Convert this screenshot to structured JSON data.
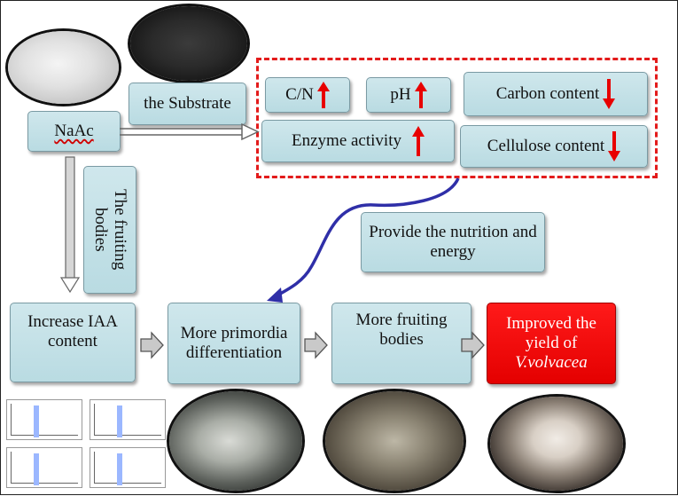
{
  "colors": {
    "box_fill": "#c4e1e7",
    "highlight_box": "#e40000",
    "dashed_border": "#e31b1b",
    "arrow_blue": "#2f2fa8",
    "up_down_arrow": "#e80000"
  },
  "labels": {
    "naac": "NaAc",
    "substrate": "the Substrate",
    "fruiting_bodies_vertical": "The fruiting bodies",
    "cn": "C/N",
    "ph": "pH",
    "carbon_content": "Carbon content",
    "enzyme_activity": "Enzyme activity",
    "cellulose_content": "Cellulose content",
    "provide_nutrition": "Provide the nutrition and energy",
    "increase_iaa": "Increase IAA content",
    "more_primordia": "More primordia differentiation",
    "more_fruiting": "More fruiting bodies",
    "improved_yield_1": "Improved the yield of",
    "improved_yield_2": "V.volvacea"
  },
  "indicators": {
    "cn": "up-arrow",
    "ph": "up-arrow",
    "carbon_content": "down-arrow",
    "enzyme_activity": "up-arrow",
    "cellulose_content": "down-arrow"
  },
  "images": [
    "naac-crystals-photo",
    "substrate-photo",
    "hplc-chromatograms",
    "primordia-photo",
    "fruiting-bodies-photo",
    "mushrooms-photo"
  ]
}
